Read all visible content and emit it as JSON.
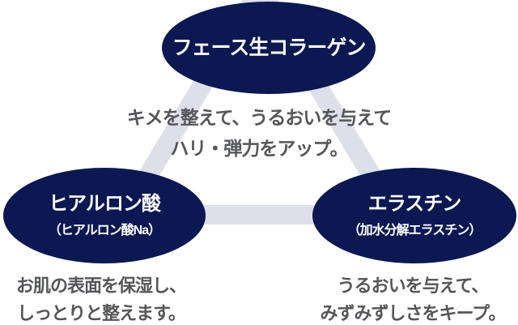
{
  "diagram": {
    "top_node": {
      "label": "フェース生コラーゲン"
    },
    "left_node": {
      "label": "ヒアルロン酸",
      "sublabel": "（ヒアルロン酸Na）"
    },
    "right_node": {
      "label": "エラスチン",
      "sublabel": "（加水分解エラスチン）"
    },
    "center_caption": {
      "line1": "キメを整えて、うるおいを与えて",
      "line2": "ハリ・弾力をアップ。"
    },
    "left_caption": {
      "line1": "お肌の表面を保湿し、",
      "line2": "しっとりと整えます。"
    },
    "right_caption": {
      "line1": "うるおいを与えて、",
      "line2": "みずみずしさをキープ。"
    }
  },
  "colors": {
    "node_fill": "#0c1852",
    "node_text": "#ffffff",
    "connector": "#dde0ea",
    "caption_text": "#55565a",
    "background": "#ffffff"
  }
}
